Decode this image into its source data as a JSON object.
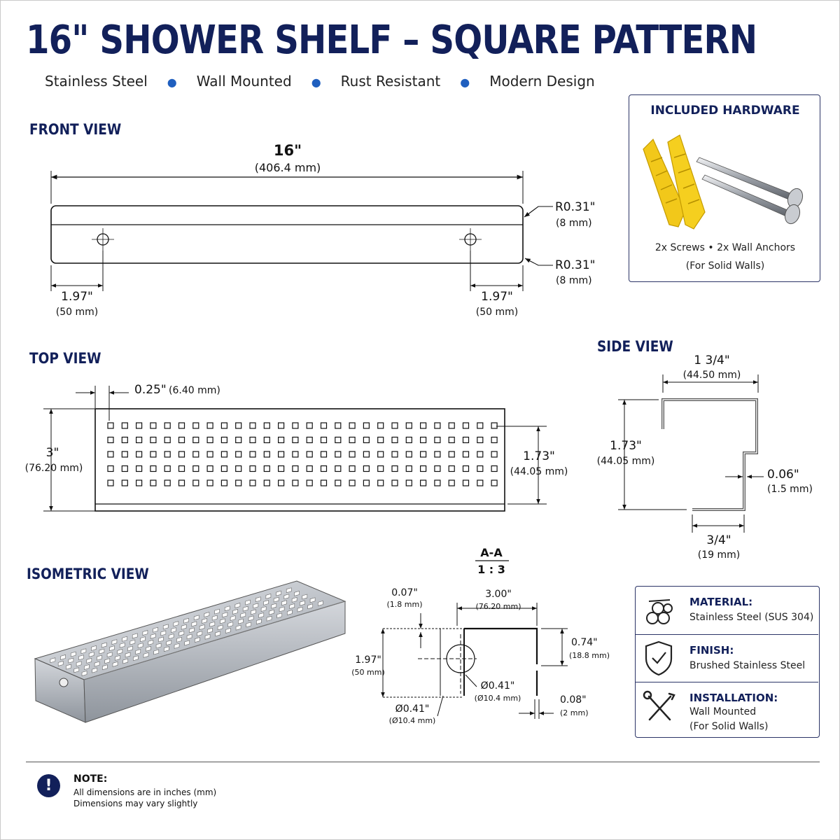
{
  "header": {
    "title": "16\" SHOWER SHELF – SQUARE PATTERN",
    "features": [
      "Stainless Steel",
      "Wall Mounted",
      "Rust Resistant",
      "Modern Design"
    ]
  },
  "front_view": {
    "heading": "FRONT VIEW",
    "width": "16\"",
    "width_mm": "(406.4 mm)",
    "radius_top": "R0.31\"",
    "radius_top_mm": "(8 mm)",
    "radius_bottom": "R0.31\"",
    "radius_bottom_mm": "(8 mm)",
    "hole_offset_left": "1.97\"",
    "hole_offset_left_mm": "(50 mm)",
    "hole_offset_right": "1.97\"",
    "hole_offset_right_mm": "(50 mm)"
  },
  "top_view": {
    "heading": "TOP VIEW",
    "edge": "0.25\"",
    "edge_mm": "(6.40 mm)",
    "depth": "3\"",
    "depth_mm": "(76.20 mm)",
    "pattern_depth": "1.73\"",
    "pattern_depth_mm": "(44.05 mm)"
  },
  "side_view": {
    "heading": "SIDE VIEW",
    "top_width": "1 3/4\"",
    "top_width_mm": "(44.50 mm)",
    "height": "1.73\"",
    "height_mm": "(44.05 mm)",
    "thickness": "0.06\"",
    "thickness_mm": "(1.5 mm)",
    "bottom_width": "3/4\"",
    "bottom_width_mm": "(19 mm)"
  },
  "isometric": {
    "heading": "ISOMETRIC VIEW"
  },
  "section_aa": {
    "label": "A-A",
    "scale": "1 : 3",
    "top_thickness": "0.07\"",
    "top_thickness_mm": "(1.8 mm)",
    "depth": "3.00\"",
    "depth_mm": "(76.20 mm)",
    "height": "1.97\"",
    "height_mm": "(50 mm)",
    "lip": "0.74\"",
    "lip_mm": "(18.8 mm)",
    "hole_inner": "Ø0.41\"",
    "hole_inner_mm": "(Ø10.4 mm)",
    "hole_outer": "Ø0.41\"",
    "hole_outer_mm": "(Ø10.4 mm)",
    "wall": "0.08\"",
    "wall_mm": "(2 mm)"
  },
  "hardware": {
    "title": "INCLUDED HARDWARE",
    "items": "2x Screws  •  2x Wall Anchors",
    "note": "(For Solid Walls)",
    "icons": [
      "wall-anchor-icon",
      "screw-icon"
    ],
    "anchor_color": "#f2c81a"
  },
  "specs": [
    {
      "label": "MATERIAL:",
      "value": "Stainless Steel (SUS 304)",
      "icon": "material-icon"
    },
    {
      "label": "FINISH:",
      "value": "Brushed Stainless Steel",
      "icon": "shield-check-icon"
    },
    {
      "label": "INSTALLATION:",
      "value": "Wall Mounted",
      "value2": "(For Solid Walls)",
      "icon": "tools-icon"
    }
  ],
  "note": {
    "title": "NOTE:",
    "lines": [
      "All dimensions are in inches (mm)",
      "Dimensions may vary slightly"
    ]
  },
  "colors": {
    "navy": "#12205a",
    "accent": "#1f5fbf",
    "steel": "#b9bec6"
  }
}
